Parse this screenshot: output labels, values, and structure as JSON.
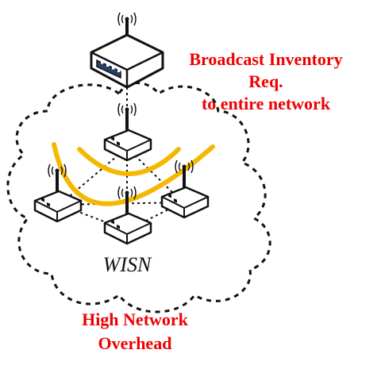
{
  "broadcast_label": {
    "line1": "Broadcast Inventory",
    "line2": "Req.",
    "line3": "to entire network"
  },
  "network_label": "WISN",
  "overhead_label": {
    "line1": "High Network",
    "line2": "Overhead"
  },
  "icons": {
    "gateway": "gateway-router-icon",
    "node": "wireless-sensor-node-icon",
    "signal": "antenna-signal-icon",
    "broadcast_waves": "broadcast-wave-icon"
  },
  "colors": {
    "label_text": "#ee0000",
    "broadcast_waves": "#f5b800",
    "network_boundary": "#111111",
    "links": "#111111"
  }
}
